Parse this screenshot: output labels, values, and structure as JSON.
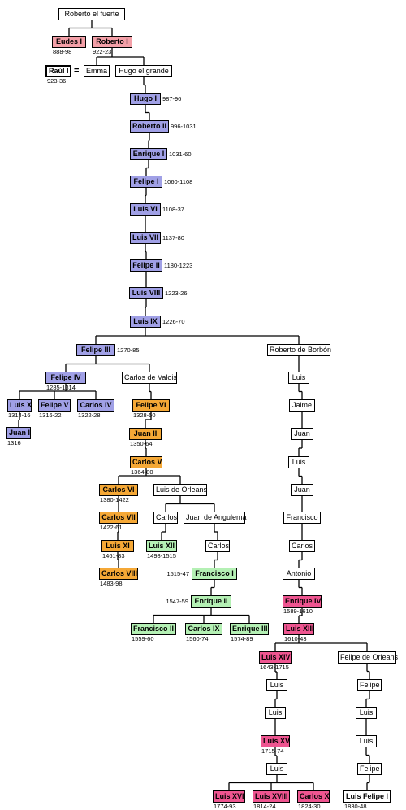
{
  "separator": "=",
  "people": {
    "roberto_fuerte": {
      "name": "Roberto el fuerte"
    },
    "eudes": {
      "name": "Eudes I",
      "years": "888-98"
    },
    "roberto1": {
      "name": "Roberto I",
      "years": "922-23"
    },
    "raul": {
      "name": "Raúl I",
      "years": "923-36"
    },
    "emma": {
      "name": "Emma"
    },
    "hugo_grande": {
      "name": "Hugo el grande"
    },
    "hugo1": {
      "name": "Hugo I",
      "years": "987-96"
    },
    "roberto2": {
      "name": "Roberto II",
      "years": "996-1031"
    },
    "enrique1": {
      "name": "Enrique I",
      "years": "1031-60"
    },
    "felipe1": {
      "name": "Felipe I",
      "years": "1060-1108"
    },
    "luis6": {
      "name": "Luis VI",
      "years": "1108-37"
    },
    "luis7": {
      "name": "Luis VII",
      "years": "1137-80"
    },
    "felipe2": {
      "name": "Felipe II",
      "years": "1180-1223"
    },
    "luis8": {
      "name": "Luis VIII",
      "years": "1223-26"
    },
    "luis9": {
      "name": "Luis IX",
      "years": "1226-70"
    },
    "felipe3": {
      "name": "Felipe III",
      "years": "1270-85"
    },
    "roberto_borbon": {
      "name": "Roberto de Borbón"
    },
    "felipe4": {
      "name": "Felipe IV",
      "years": "1285-1314"
    },
    "carlos_valois": {
      "name": "Carlos de Valois"
    },
    "luis10": {
      "name": "Luis X",
      "years": "1314-16"
    },
    "felipe5": {
      "name": "Felipe V",
      "years": "1316-22"
    },
    "carlos4": {
      "name": "Carlos IV",
      "years": "1322-28"
    },
    "juan1": {
      "name": "Juan I",
      "years": "1316"
    },
    "felipe6": {
      "name": "Felipe VI",
      "years": "1328-50"
    },
    "juan2": {
      "name": "Juan II",
      "years": "1350-64"
    },
    "carlos5": {
      "name": "Carlos V",
      "years": "1364-80"
    },
    "carlos6": {
      "name": "Carlos VI",
      "years": "1380-1422"
    },
    "luis_orleans": {
      "name": "Luis de Orleans"
    },
    "carlos7": {
      "name": "Carlos VII",
      "years": "1422-61"
    },
    "carlos_o": {
      "name": "Carlos"
    },
    "juan_angulema": {
      "name": "Juan de Angulema"
    },
    "luis11": {
      "name": "Luis XI",
      "years": "1461-83"
    },
    "luis12": {
      "name": "Luis XII",
      "years": "1498-1515"
    },
    "carlos_a": {
      "name": "Carlos"
    },
    "carlos8": {
      "name": "Carlos VIII",
      "years": "1483-98"
    },
    "francisco1": {
      "name": "Francisco I",
      "years": "1515-47"
    },
    "enrique2": {
      "name": "Enrique II",
      "years": "1547-59"
    },
    "francisco2": {
      "name": "Francisco II",
      "years": "1559-60"
    },
    "carlos9": {
      "name": "Carlos IX",
      "years": "1560-74"
    },
    "enrique3": {
      "name": "Enrique III",
      "years": "1574-89"
    },
    "b_luis1": {
      "name": "Luis"
    },
    "b_jaime": {
      "name": "Jaime"
    },
    "b_juan1": {
      "name": "Juan"
    },
    "b_luis2": {
      "name": "Luis"
    },
    "b_juan2": {
      "name": "Juan"
    },
    "b_francisco": {
      "name": "Francisco"
    },
    "b_carlos": {
      "name": "Carlos"
    },
    "b_antonio": {
      "name": "Antonio"
    },
    "enrique4": {
      "name": "Enrique IV",
      "years": "1589-1610"
    },
    "luis13": {
      "name": "Luis XIII",
      "years": "1610-43"
    },
    "luis14": {
      "name": "Luis XIV",
      "years": "1643-1715"
    },
    "felipe_orleans": {
      "name": "Felipe de Orleans"
    },
    "l_luis1": {
      "name": "Luis"
    },
    "o_felipe1": {
      "name": "Felipe"
    },
    "l_luis2": {
      "name": "Luis"
    },
    "o_luis1": {
      "name": "Luis"
    },
    "luis15": {
      "name": "Luis XV",
      "years": "1715-74"
    },
    "o_luis2": {
      "name": "Luis"
    },
    "l_luis3": {
      "name": "Luis"
    },
    "o_felipe2": {
      "name": "Felipe"
    },
    "luis16": {
      "name": "Luis XVI",
      "years": "1774-93"
    },
    "luis18": {
      "name": "Luis XVIII",
      "years": "1814-24"
    },
    "carlos10": {
      "name": "Carlos X",
      "years": "1824-30"
    },
    "luis_felipe1": {
      "name": "Luis Felipe I",
      "years": "1830-48"
    }
  }
}
